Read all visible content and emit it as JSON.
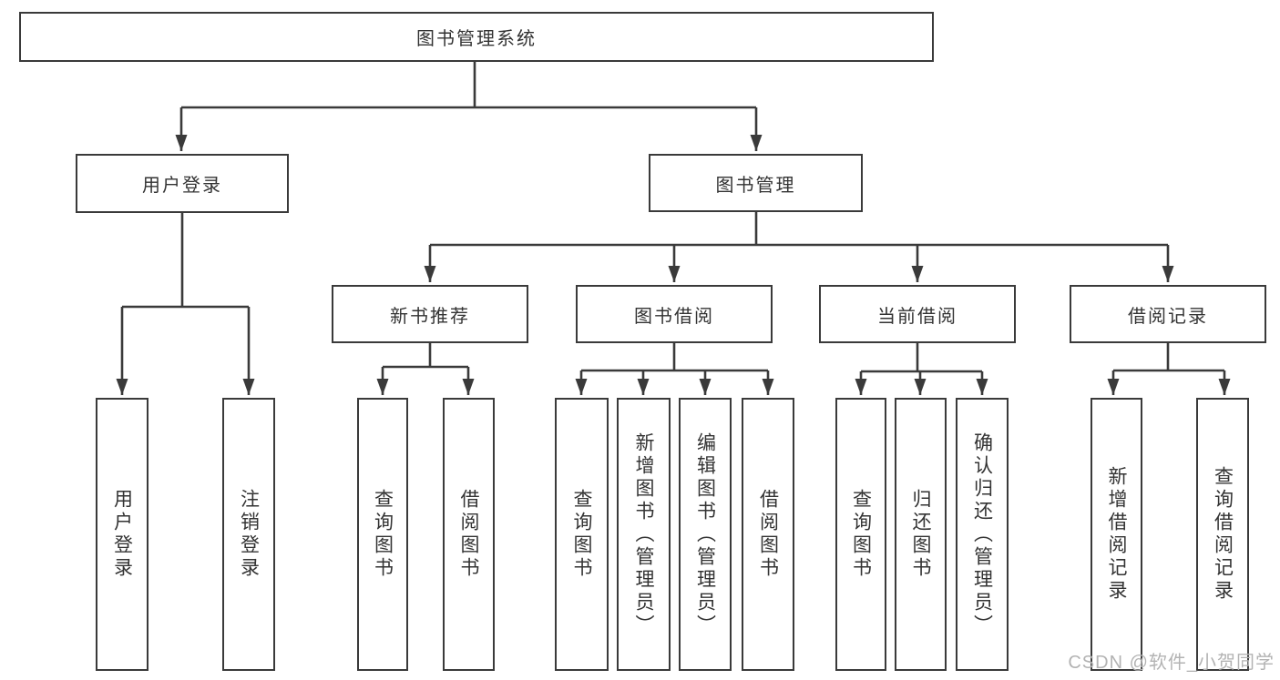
{
  "title": "图书管理系统",
  "branches": [
    {
      "label": "用户登录",
      "children": [
        {
          "label": "用户登录"
        },
        {
          "label": "注销登录"
        }
      ]
    },
    {
      "label": "图书管理",
      "children": [
        {
          "label": "新书推荐",
          "children": [
            {
              "label": "查询图书"
            },
            {
              "label": "借阅图书"
            }
          ]
        },
        {
          "label": "图书借阅",
          "children": [
            {
              "label": "查询图书"
            },
            {
              "label": "新增图书（管理员）"
            },
            {
              "label": "编辑图书（管理员）"
            },
            {
              "label": "借阅图书"
            }
          ]
        },
        {
          "label": "当前借阅",
          "children": [
            {
              "label": "查询图书"
            },
            {
              "label": "归还图书"
            },
            {
              "label": "确认归还（管理员）"
            }
          ]
        },
        {
          "label": "借阅记录",
          "children": [
            {
              "label": "新增借阅记录"
            },
            {
              "label": "查询借阅记录"
            }
          ]
        }
      ]
    }
  ],
  "watermark": "CSDN @软件_小贺同学",
  "colors": {
    "line": "#3a3a3a",
    "text": "#333333",
    "background": "#ffffff",
    "watermark": "#b3b3b3"
  }
}
